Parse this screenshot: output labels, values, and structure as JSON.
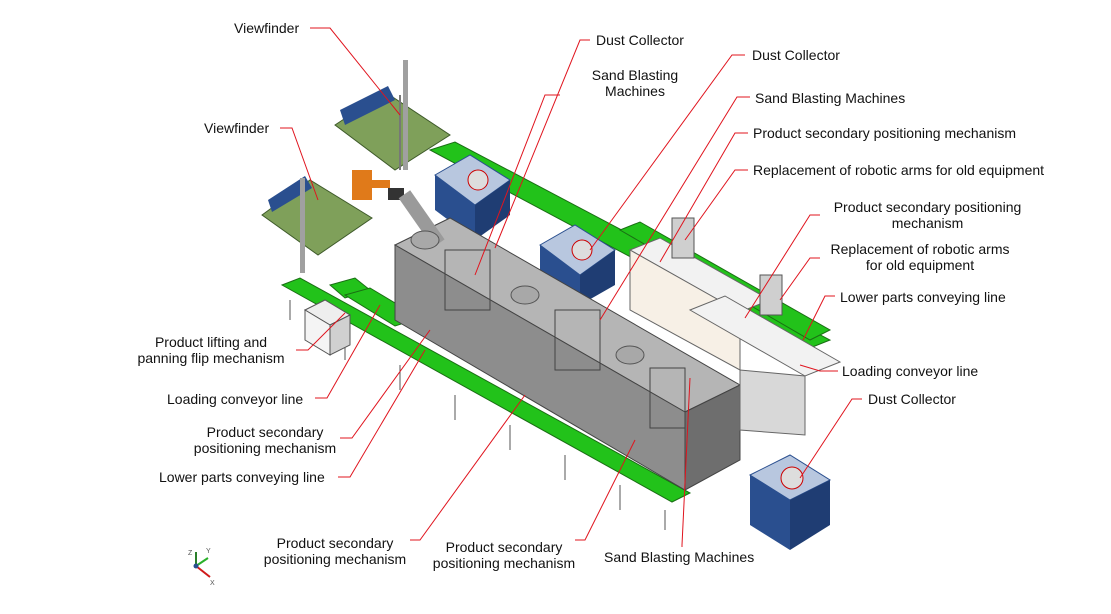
{
  "colors": {
    "leader": "#e0141e",
    "conveyor": "#22c21a",
    "machine_body": "#8d8d8d",
    "machine_top": "#b5b5b5",
    "frame_blue": "#2a4f8f",
    "viewfinder_green": "#7fa05a",
    "robot_orange": "#e07a1a",
    "text": "#111111"
  },
  "icons": [
    "axis-triad-icon"
  ],
  "labels": {
    "viewfinder_top": "Viewfinder",
    "viewfinder_left": "Viewfinder",
    "dust_collector_1": "Dust Collector",
    "sand_blasting_1": "Sand Blasting\nMachines",
    "dust_collector_2": "Dust Collector",
    "sand_blasting_2": "Sand Blasting Machines",
    "positioning_r1": "Product secondary positioning mechanism",
    "robotic_r1": "Replacement of robotic arms for old equipment",
    "positioning_r2": "Product secondary positioning\nmechanism",
    "robotic_r2": "Replacement of robotic arms\nfor old equipment",
    "lower_conveying_r": "Lower parts conveying line",
    "loading_conveyor_r": "Loading conveyor line",
    "dust_collector_3": "Dust Collector",
    "lifting_flip": "Product lifting and\npanning flip mechanism",
    "loading_conveyor_l": "Loading conveyor line",
    "positioning_l": "Product secondary\npositioning mechanism",
    "lower_conveying_l": "Lower parts conveying line",
    "positioning_b1": "Product secondary\npositioning mechanism",
    "positioning_b2": "Product secondary\npositioning mechanism",
    "sand_blasting_3": "Sand Blasting Machines"
  }
}
